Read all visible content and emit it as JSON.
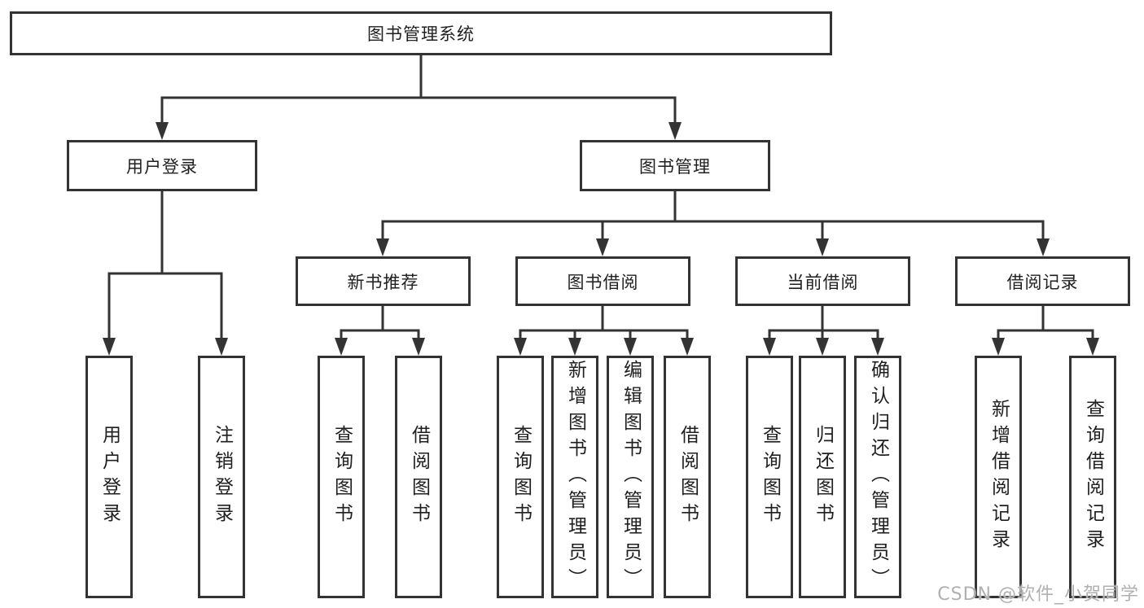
{
  "diagram": {
    "root": "图书管理系统",
    "level2": [
      {
        "label": "用户登录",
        "leaves": [
          "用户登录",
          "注销登录"
        ]
      },
      {
        "label": "图书管理",
        "groups": [
          {
            "label": "新书推荐",
            "leaves": [
              "查询图书",
              "借阅图书"
            ]
          },
          {
            "label": "图书借阅",
            "leaves": [
              "查询图书",
              "新增图书（管理员）",
              "编辑图书（管理员）",
              "借阅图书"
            ]
          },
          {
            "label": "当前借阅",
            "leaves": [
              "查询图书",
              "归还图书",
              "确认归还（管理员）"
            ]
          },
          {
            "label": "借阅记录",
            "leaves": [
              "新增借阅记录",
              "查询借阅记录"
            ]
          }
        ]
      }
    ],
    "watermark": "CSDN @软件_小贺同学",
    "colors": {
      "line": "#333333",
      "text": "#1f1f1f",
      "background": "#ffffff",
      "watermark": "#b0b0b0"
    }
  }
}
